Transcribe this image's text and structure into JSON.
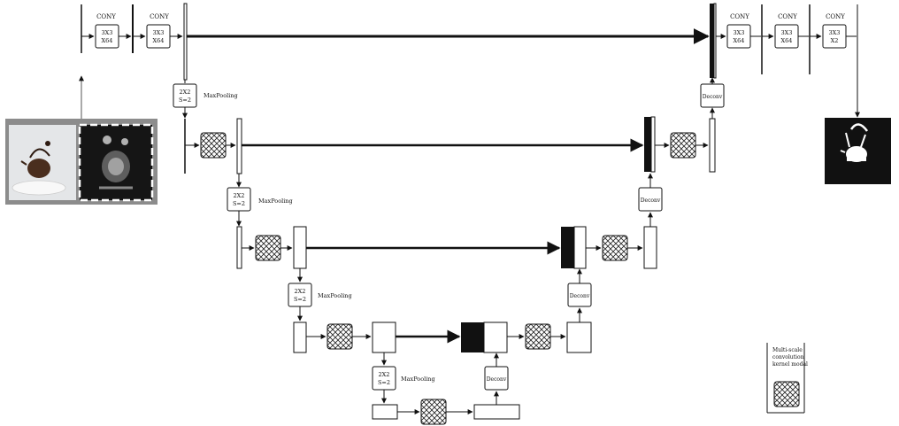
{
  "labels": {
    "conv_title": "CONY",
    "conv_3x3_l1": "3X3",
    "conv_x64": "X64",
    "conv_x2": "X2",
    "pool_l1": "2X2",
    "pool_l2": "S=2",
    "maxpool": "MaxPooling",
    "deconv": "Deconv"
  },
  "legend": {
    "line1": "Multi-scale",
    "line2": "convolution",
    "line3": "kernel modal"
  },
  "icons": {
    "multiscale_kernel": "crosshatch-kernel-icon",
    "input_photo": "teapot-photo",
    "saliency_map": "saliency-map",
    "output_mask": "teapot-mask"
  },
  "colors": {
    "line": "#111111",
    "feature_fill": "#ffffff",
    "concat_fill": "#111111",
    "photo_frame": "#8c8c8c",
    "mask_bg": "#111111"
  }
}
